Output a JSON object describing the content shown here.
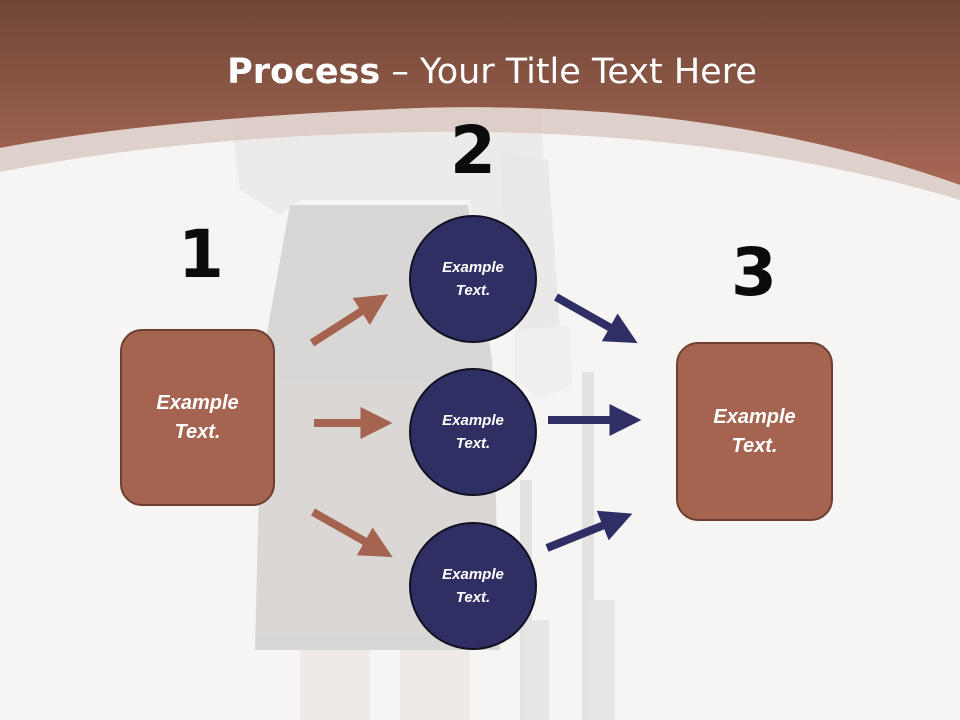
{
  "title": {
    "bold": "Process",
    "rest": " – Your Title Text Here"
  },
  "steps": {
    "one": "1",
    "two": "2",
    "three": "3"
  },
  "left_box": {
    "label": "Example\nText."
  },
  "right_box": {
    "label": "Example\nText."
  },
  "circles": [
    {
      "label": "Example\nText."
    },
    {
      "label": "Example\nText."
    },
    {
      "label": "Example\nText."
    }
  ],
  "colors": {
    "header": "#a06250",
    "box": "#a46450",
    "circle": "#302f63",
    "arrow_left": "#a46450",
    "arrow_right": "#2f2f66"
  }
}
